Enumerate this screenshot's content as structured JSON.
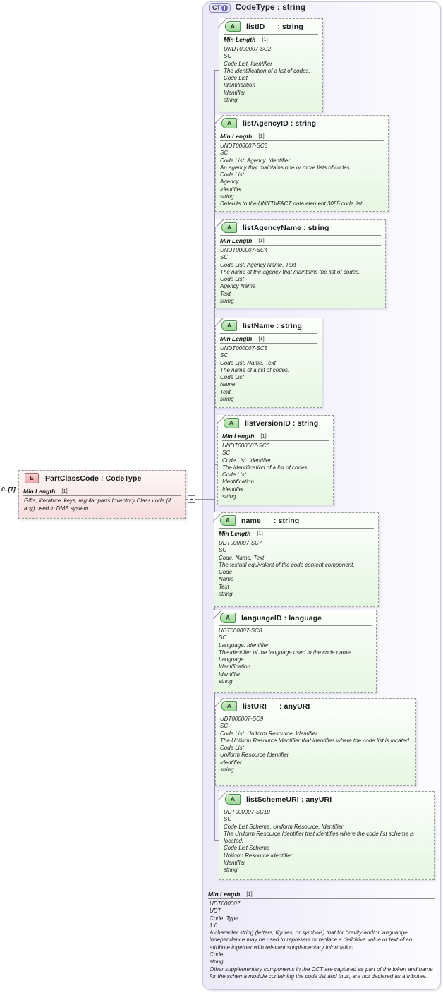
{
  "diagram": {
    "type": "xsd-schema-diagram",
    "complex_type": {
      "badge": "CT",
      "badge_icon": "plus-circle-icon",
      "title": "CodeType : string",
      "footer": {
        "facet_label": "Min Length",
        "facet_cardinality": "[1]",
        "lines": [
          "UDT000007",
          "UDT",
          "Code. Type",
          "1.0",
          "A character string (letters, figures, or symbols) that for brevity and/or languange independence may be used to represent or replace a definitive value or text of an attribute together with relevant supplementary information.",
          "Code",
          "string",
          "Other supplementary components in the CCT are captured as part of the token and name for the schema module containing the code list and thus, are not declared as attributes."
        ]
      }
    },
    "element": {
      "badge": "E",
      "title": "PartClassCode : CodeType",
      "cardinality": "0..[1]",
      "facet_label": "Min Length",
      "facet_cardinality": "[1]",
      "documentation": "Gifts, literature, keys, regular parts Inventory Class code (if any) used in DMS system.",
      "collapse_toggle": "minus"
    },
    "attributes": [
      {
        "badge": "A",
        "name": "listID",
        "type": ": string",
        "has_facet": true,
        "facet_label": "Min Length",
        "facet_cardinality": "[1]",
        "lines": [
          "UNDT000007-SC2",
          "SC",
          "Code List. Identifier",
          "The identification of a list of codes.",
          "Code List",
          "Identification",
          "Identifier",
          "string"
        ]
      },
      {
        "badge": "A",
        "name": "listAgencyID : string",
        "type": "",
        "has_facet": true,
        "facet_label": "Min Length",
        "facet_cardinality": "[1]",
        "lines": [
          "UNDT000007-SC3",
          "SC",
          "Code List. Agency. Identifier",
          "An agency that maintains one or more lists of codes.",
          "Code List",
          "Agency",
          "Identifier",
          "string",
          "Defaults to the UN/EDIFACT data element 3055 code list."
        ]
      },
      {
        "badge": "A",
        "name": "listAgencyName : string",
        "type": "",
        "has_facet": true,
        "facet_label": "Min Length",
        "facet_cardinality": "[1]",
        "lines": [
          "UNDT000007-SC4",
          "SC",
          "Code List. Agency Name. Text",
          "The name of the agency that maintains the list of codes.",
          "Code List",
          "Agency Name",
          "Text",
          "string"
        ]
      },
      {
        "badge": "A",
        "name": "listName : string",
        "type": "",
        "has_facet": true,
        "facet_label": "Min Length",
        "facet_cardinality": "[1]",
        "lines": [
          "UNDT000007-SC5",
          "SC",
          "Code List. Name. Text",
          "The name of a list of codes.",
          "Code List",
          "Name",
          "Text",
          "string"
        ]
      },
      {
        "badge": "A",
        "name": "listVersionID : string",
        "type": "",
        "has_facet": true,
        "facet_label": "Min Length",
        "facet_cardinality": "[1]",
        "lines": [
          "UNDT000007-SC6",
          "SC",
          "Code List. Identifier",
          "The identification of a list of codes.",
          "Code List",
          "Identification",
          "Identifier",
          "string"
        ]
      },
      {
        "badge": "A",
        "name": "name",
        "type": ": string",
        "has_facet": true,
        "facet_label": "Min Length",
        "facet_cardinality": "[1]",
        "lines": [
          "UDT000007-SC7",
          "SC",
          "Code. Name. Text",
          "The textual equivalent of the code content component.",
          "Code",
          "Name",
          "Text",
          "string"
        ]
      },
      {
        "badge": "A",
        "name": "languageID : language",
        "type": "",
        "has_facet": false,
        "facet_label": "",
        "facet_cardinality": "",
        "lines": [
          "UDT000007-SC8",
          "SC",
          "Language. Identifier",
          "The identifier of the language used in the code name.",
          "Language",
          "Identification",
          "Identifier",
          "string"
        ]
      },
      {
        "badge": "A",
        "name": "listURI",
        "type": ": anyURI",
        "has_facet": false,
        "facet_label": "",
        "facet_cardinality": "",
        "lines": [
          "UDT000007-SC9",
          "SC",
          "Code List. Uniform Resource. Identifier",
          "The Uniform Resource Identifier that identifies where the code list is located.",
          "Code List",
          "Uniform Resource Identifier",
          "Identifier",
          "string"
        ]
      },
      {
        "badge": "A",
        "name": "listSchemeURI : anyURI",
        "type": "",
        "has_facet": false,
        "facet_label": "",
        "facet_cardinality": "",
        "lines": [
          "UDT000007-SC10",
          "SC",
          "Code List Scheme. Uniform Resource. Identifier",
          "The Uniform Resource Identifier that identifies where the code list scheme is located.",
          "Code List Scheme",
          "Uniform Resource Identifier",
          "Identifier",
          "string"
        ]
      }
    ]
  }
}
